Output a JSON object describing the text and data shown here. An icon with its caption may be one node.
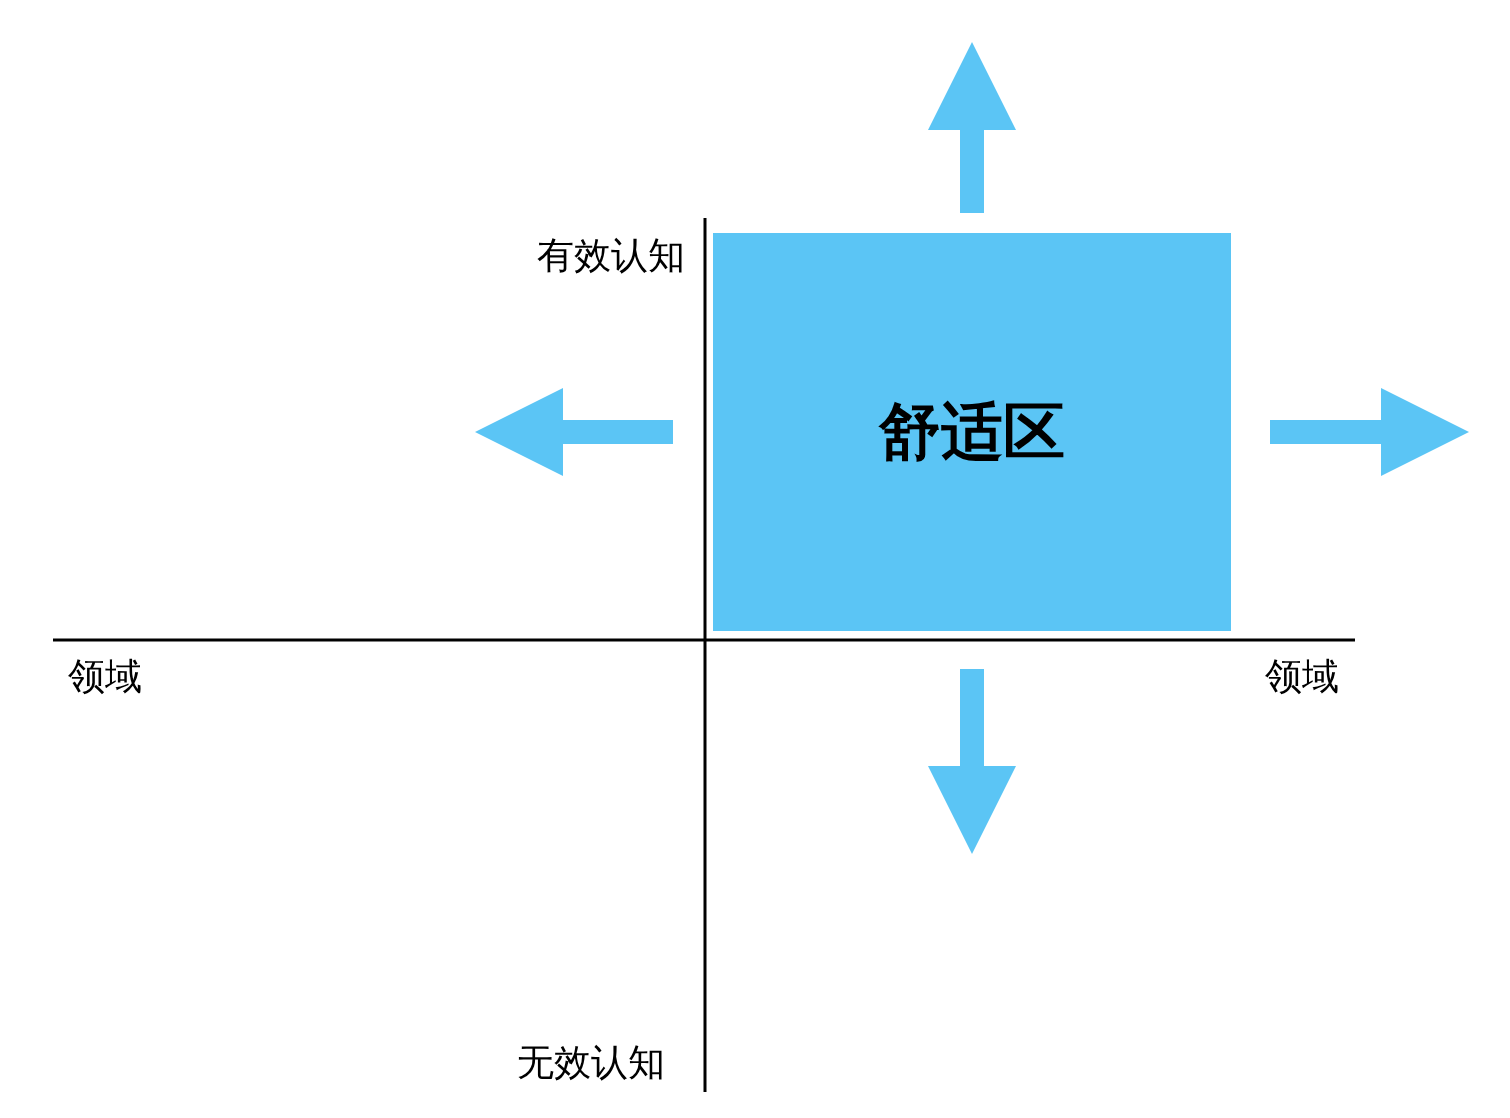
{
  "diagram": {
    "nodes": [
      {
        "text": [
          "舒适区"
        ]
      }
    ],
    "labels": [
      "有效认知",
      "领域",
      "领域",
      "无效认知"
    ]
  }
}
